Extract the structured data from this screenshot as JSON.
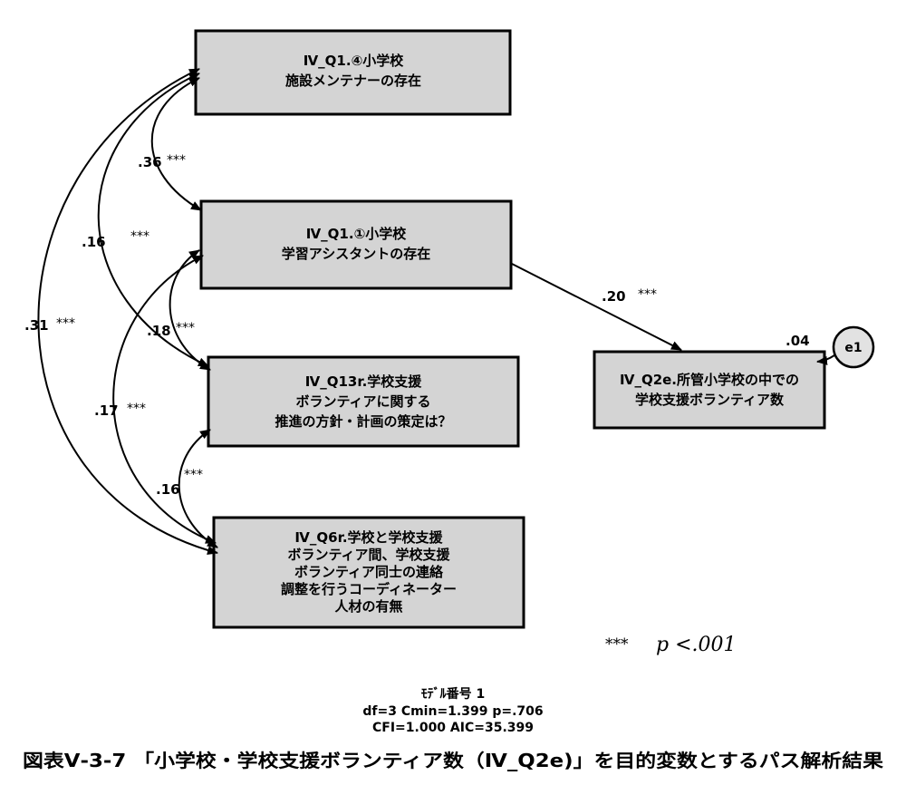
{
  "boxes": {
    "box1": [
      "Ⅳ_Q1.④小学校",
      "施設メンテナーの存在"
    ],
    "box2": [
      "Ⅳ_Q1.①小学校",
      "学習アシスタントの存在"
    ],
    "box3": [
      "Ⅳ_Q13r.学校支援",
      "ボランティアに関する",
      "推進の方針・計画の策定は？"
    ],
    "box4": [
      "Ⅳ_Q6r.学校と学校支援",
      "ボランティア間、学校支援",
      "ボランティア同士の連絡",
      "調整を行うコーディネーター",
      "人材の有無"
    ],
    "outcome": [
      "Ⅳ_Q2e.所管小学校の中での",
      "学校支援ボランティア数"
    ]
  },
  "error_term": "e1",
  "r_squared": ".04",
  "path_coef": {
    "value": ".20",
    "sig": "***"
  },
  "correlations": [
    {
      "value": ".36",
      "sig": "***"
    },
    {
      "value": ".16",
      "sig": "***"
    },
    {
      "value": ".18",
      "sig": "***"
    },
    {
      "value": ".17",
      "sig": "***"
    },
    {
      "value": ".16",
      "sig": "***"
    },
    {
      "value": ".31",
      "sig": "***"
    }
  ],
  "legend": {
    "stars": "***",
    "text": "p <.001"
  },
  "model_info": [
    "ﾓﾃﾞﾙ番号 1",
    "df=3    Cmin=1.399    p=.706",
    "CFI=1.000    AIC=35.399"
  ],
  "caption": "図表Ⅴ-3-7 「小学校・学校支援ボランティア数（Ⅳ_Q2e)」を目的変数とするパス解析結果"
}
